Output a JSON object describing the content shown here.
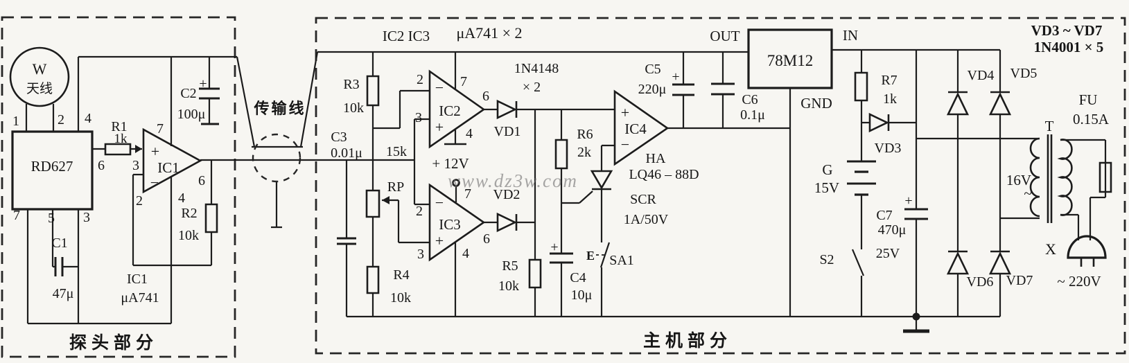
{
  "watermark": "www.dz3w.com",
  "transmission": {
    "label": "传输线"
  },
  "probe": {
    "section": "探头部分",
    "w": "W",
    "antenna": "天线",
    "pin1": "1",
    "pin2": "2",
    "pin4": "4",
    "pin6": "6",
    "pin7": "7",
    "pin5": "5",
    "pin3": "3",
    "rd627": "RD627",
    "r1": "R1",
    "r1_value": "1k",
    "ic1_pin7": "7",
    "ic1_pin3": "3",
    "ic1_pin2": "2",
    "ic1_pin4": "4",
    "ic1_pin6": "6",
    "ic1_plus": "+",
    "ic1_minus": "−",
    "ic1": "IC1",
    "r2": "R2",
    "r2_value": "10k",
    "c1": "C1",
    "c1_value": "47μ",
    "c2": "C2",
    "c2_value": "100μ",
    "c2_plus": "+",
    "ic1_caption": "IC1",
    "ic1_part": "μA741"
  },
  "amp": {
    "ic_refs": "IC2 IC3",
    "ic_part": "μA741 × 2",
    "r3": "R3",
    "r3_value": "10k",
    "c3": "C3",
    "c3_value": "0.01μ",
    "r_15k": "15k",
    "rp": "RP",
    "r4": "R4",
    "r4_value": "10k",
    "ic2": "IC2",
    "ic2_pin2": "2",
    "ic2_pin3": "3",
    "ic2_pin7": "7",
    "ic2_pin6": "6",
    "ic2_pin4": "4",
    "ic2_plus": "+",
    "ic2_minus": "−",
    "ic3": "IC3",
    "ic3_pin2": "2",
    "ic3_pin3": "3",
    "ic3_pin7": "7",
    "ic3_pin6": "6",
    "ic3_pin4": "4",
    "ic3_plus": "+",
    "ic3_minus": "−",
    "v12": "+ 12V",
    "vd1": "VD1",
    "vd2": "VD2",
    "diode_part": "1N4148",
    "diode_qty": "× 2",
    "r6": "R6",
    "r6_value": "2k",
    "r5": "R5",
    "r5_value": "10k",
    "c4": "C4",
    "c4_value": "10μ",
    "c4_plus": "+",
    "e": "E",
    "sa1": "SA1"
  },
  "alarm": {
    "ic4": "IC4",
    "plus": "+",
    "minus": "−",
    "ha": "HA",
    "ha_part": "LQ46 – 88D",
    "scr": "SCR",
    "scr_rating": "1A/50V"
  },
  "power": {
    "section": "主机部分",
    "c5": "C5",
    "c5_value": "220μ",
    "c5_plus": "+",
    "c6": "C6",
    "c6_value": "0.1μ",
    "out": "OUT",
    "regulator": "78M12",
    "in": "IN",
    "gnd": "GND",
    "r7": "R7",
    "r7_value": "1k",
    "vd3": "VD3",
    "g": "G",
    "g_value": "15V",
    "c7": "C7",
    "c7_value": "470μ",
    "c7_rating": "25V",
    "c7_plus": "+",
    "s2": "S2",
    "vd4": "VD4",
    "vd5": "VD5",
    "vd6": "VD6",
    "vd7": "VD7",
    "t": "T",
    "fu": "FU",
    "fu_value": "0.15A",
    "v16": "16V",
    "v16_tilde": "~",
    "x": "X",
    "mains": "~ 220V",
    "note_line1": "VD3 ~ VD7",
    "note_line2": "1N4001 × 5"
  }
}
